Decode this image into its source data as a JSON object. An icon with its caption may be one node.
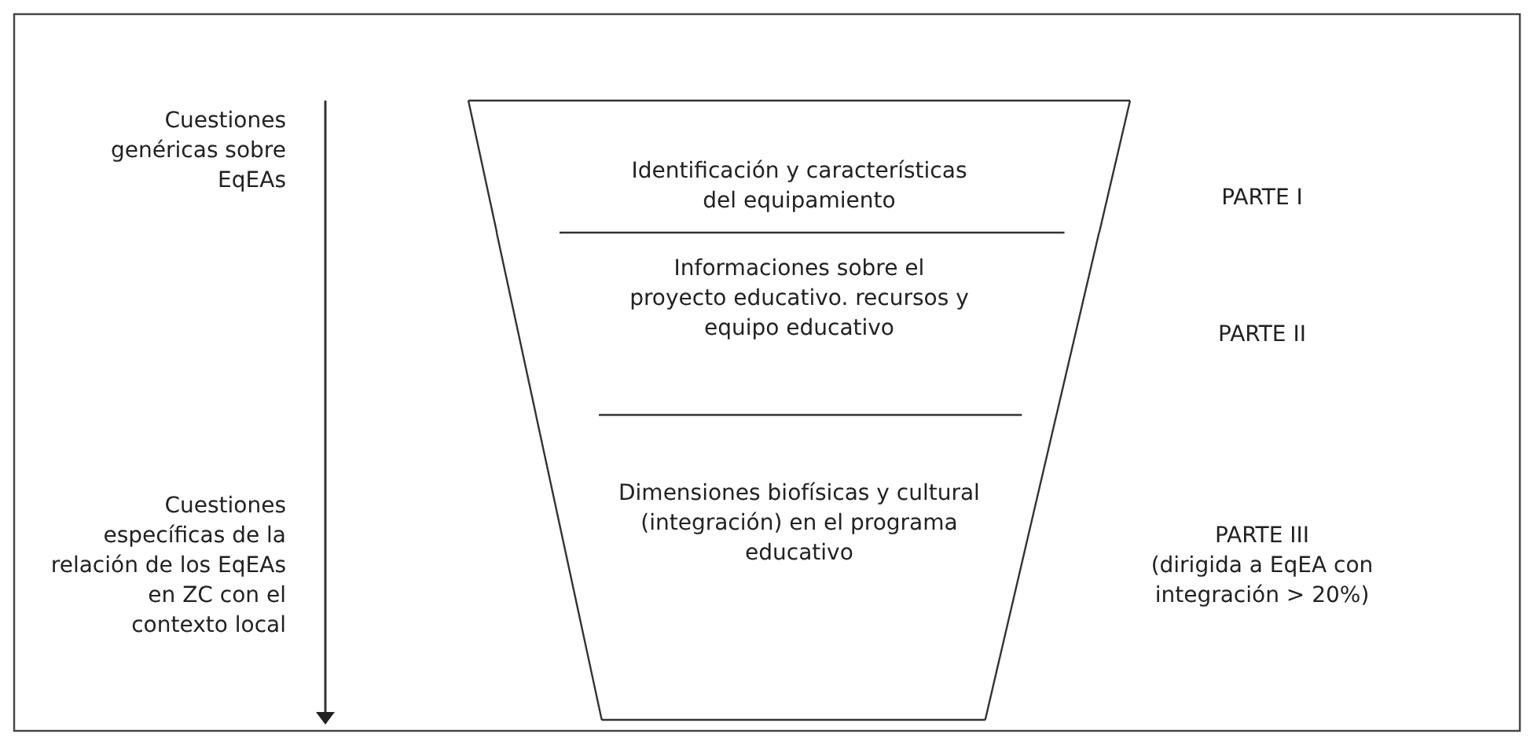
{
  "diagram": {
    "nodes": [
      {
        "text": [
          "Identificación y características del equipamiento"
        ]
      },
      {
        "text": [
          "Informaciones sobre el proyecto educativo. recursos y equipo educativo"
        ]
      },
      {
        "text": [
          "Dimensiones biofísicas y cultural (integración) en el programa educativo"
        ]
      }
    ],
    "labels": [
      "Cuestiones genéricas sobre EqEAs",
      "PARTE I",
      "PARTE II",
      "Cuestiones específicas de la relación de los EqEAs en ZC con el contexto local",
      "PARTE III",
      "(dirigida a EqEA con integración > 20%)"
    ]
  }
}
